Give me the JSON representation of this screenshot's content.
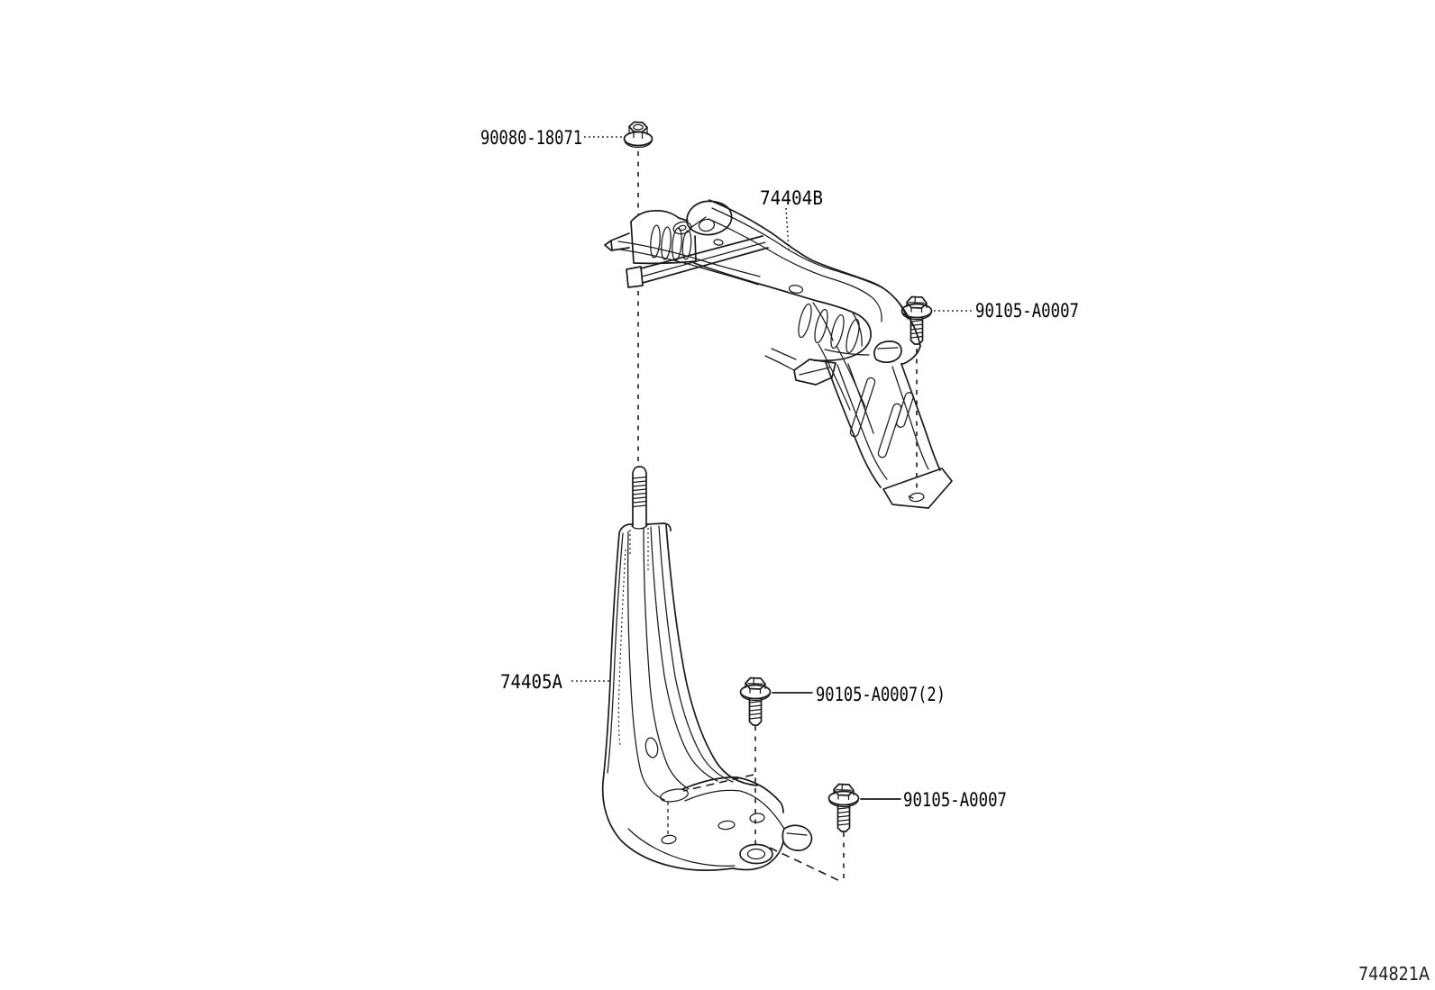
{
  "page": {
    "background": "#ffffff",
    "line_color": "#1a1a1a",
    "text_color": "#000000"
  },
  "callouts": {
    "nut_top": "90080-18071",
    "clamp_bracket": "74404B",
    "bolt_upper": "90105-A0007",
    "support": "74405A",
    "bolt_middle": "90105-A0007(2)",
    "bolt_lower": "90105-A0007"
  },
  "footer": {
    "diagram_code": "744821A"
  },
  "icons": {
    "nut": "flange-nut-icon",
    "bolt": "flange-bolt-icon",
    "stud": "threaded-stud-icon"
  }
}
